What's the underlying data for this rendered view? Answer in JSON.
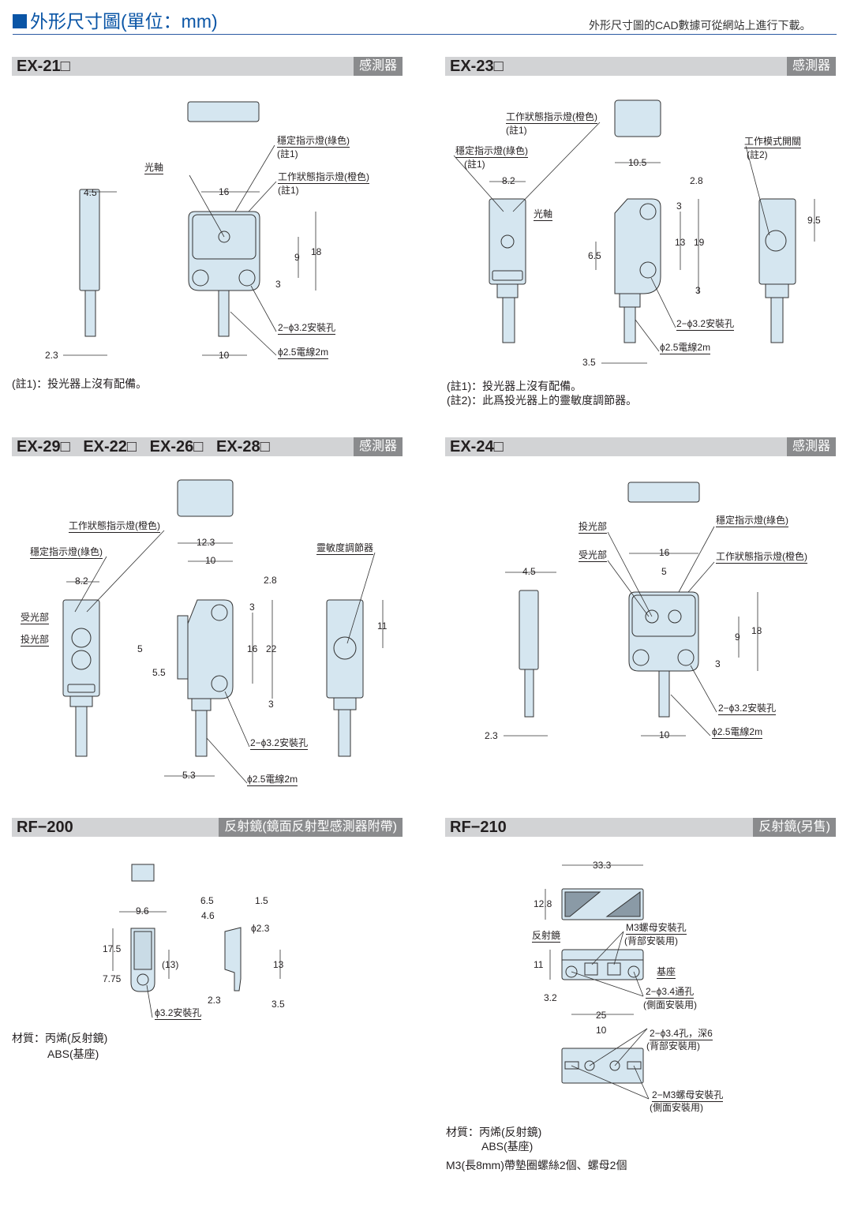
{
  "header": {
    "title": "外形尺寸圖(單位：mm)",
    "subtitle": "外形尺寸圖的CAD數據可從網站上進行下載。"
  },
  "colors": {
    "accent": "#0a55a6",
    "bar": "#d2d3d5",
    "tag": "#8a8b8d",
    "part_fill": "#d5e6f0"
  },
  "sections": {
    "ex21": {
      "name": "EX-21□",
      "tag": "感測器",
      "labels": {
        "stable": "穩定指示燈(綠色)",
        "note1a": "(註1)",
        "axis": "光軸",
        "operate": "工作狀態指示燈(橙色)",
        "note1b": "(註1)",
        "d45": "4.5",
        "d16": "16",
        "d18": "18",
        "d9": "9",
        "d3": "3",
        "holes": "2−ϕ3.2安裝孔",
        "d23": "2.3",
        "d10": "10",
        "cable": "ϕ2.5電線2m"
      },
      "notes": [
        "(註1)：投光器上沒有配備。"
      ]
    },
    "ex23": {
      "name": "EX-23□",
      "tag": "感測器",
      "labels": {
        "operate": "工作狀態指示燈(橙色)",
        "note1a": "(註1)",
        "stable": "穩定指示燈(綠色)",
        "note1b": "(註1)",
        "d82": "8.2",
        "axis": "光軸",
        "d105": "10.5",
        "d28": "2.8",
        "mode": "工作模式開關",
        "note2": "(註2)",
        "d95": "9.5",
        "d3a": "3",
        "d13": "13",
        "d19": "19",
        "d65": "6.5",
        "d3b": "3",
        "holes": "2−ϕ3.2安裝孔",
        "cable": "ϕ2.5電線2m",
        "d35": "3.5"
      },
      "notes": [
        "(註1)：投光器上沒有配備。",
        "(註2)：此爲投光器上的靈敏度調節器。"
      ]
    },
    "ex29": {
      "name": "EX-29□   EX-22□   EX-26□   EX-28□",
      "tag": "感測器",
      "labels": {
        "operate": "工作狀態指示燈(橙色)",
        "stable": "穩定指示燈(綠色)",
        "d123": "12.3",
        "d10": "10",
        "d28": "2.8",
        "sens": "靈敏度調節器",
        "d82": "8.2",
        "d3a": "3",
        "recv": "受光部",
        "emit": "投光部",
        "d5": "5",
        "d16": "16",
        "d22": "22",
        "d11": "11",
        "d55": "5.5",
        "d3b": "3",
        "holes": "2−ϕ3.2安裝孔",
        "d53": "5.3",
        "cable": "ϕ2.5電線2m"
      }
    },
    "ex24": {
      "name": "EX-24□",
      "tag": "感測器",
      "labels": {
        "emit": "投光部",
        "stable": "穩定指示燈(綠色)",
        "recv": "受光部",
        "d16": "16",
        "operate": "工作狀態指示燈(橙色)",
        "d45": "4.5",
        "d5": "5",
        "d18": "18",
        "d9": "9",
        "d3": "3",
        "holes": "2−ϕ3.2安裝孔",
        "d23": "2.3",
        "d10": "10",
        "cable": "ϕ2.5電線2m"
      }
    },
    "rf200": {
      "name": "RF−200",
      "tag": "反射鏡(鏡面反射型感測器附帶)",
      "labels": {
        "d96": "9.6",
        "d65": "6.5",
        "d15": "1.5",
        "d46": "4.6",
        "d23b": "ϕ2.3",
        "d175": "17.5",
        "d13p": "(13)",
        "d13": "13",
        "d775": "7.75",
        "d23": "2.3",
        "d35": "3.5",
        "hole": "ϕ3.2安裝孔"
      },
      "material": [
        "材質：丙烯(反射鏡)",
        "ABS(基座)"
      ]
    },
    "rf210": {
      "name": "RF−210",
      "tag": "反射鏡(另售)",
      "labels": {
        "d333": "33.3",
        "d128": "12.8",
        "m3": "M3螺母安裝孔",
        "back1": "(背部安裝用)",
        "mirror": "反射鏡",
        "d11": "11",
        "base": "基座",
        "thru": "2−ϕ3.4通孔",
        "side1": "(側面安裝用)",
        "d32": "3.2",
        "d25": "25",
        "d10": "10",
        "hole6": "2−ϕ3.4孔，深6",
        "back2": "(背部安裝用)",
        "m3side": "2−M3螺母安裝孔",
        "side2": "(側面安裝用)"
      },
      "material": [
        "材質：丙烯(反射鏡)",
        "ABS(基座)",
        "M3(長8mm)帶墊圈螺絲2個、螺母2個"
      ]
    }
  }
}
